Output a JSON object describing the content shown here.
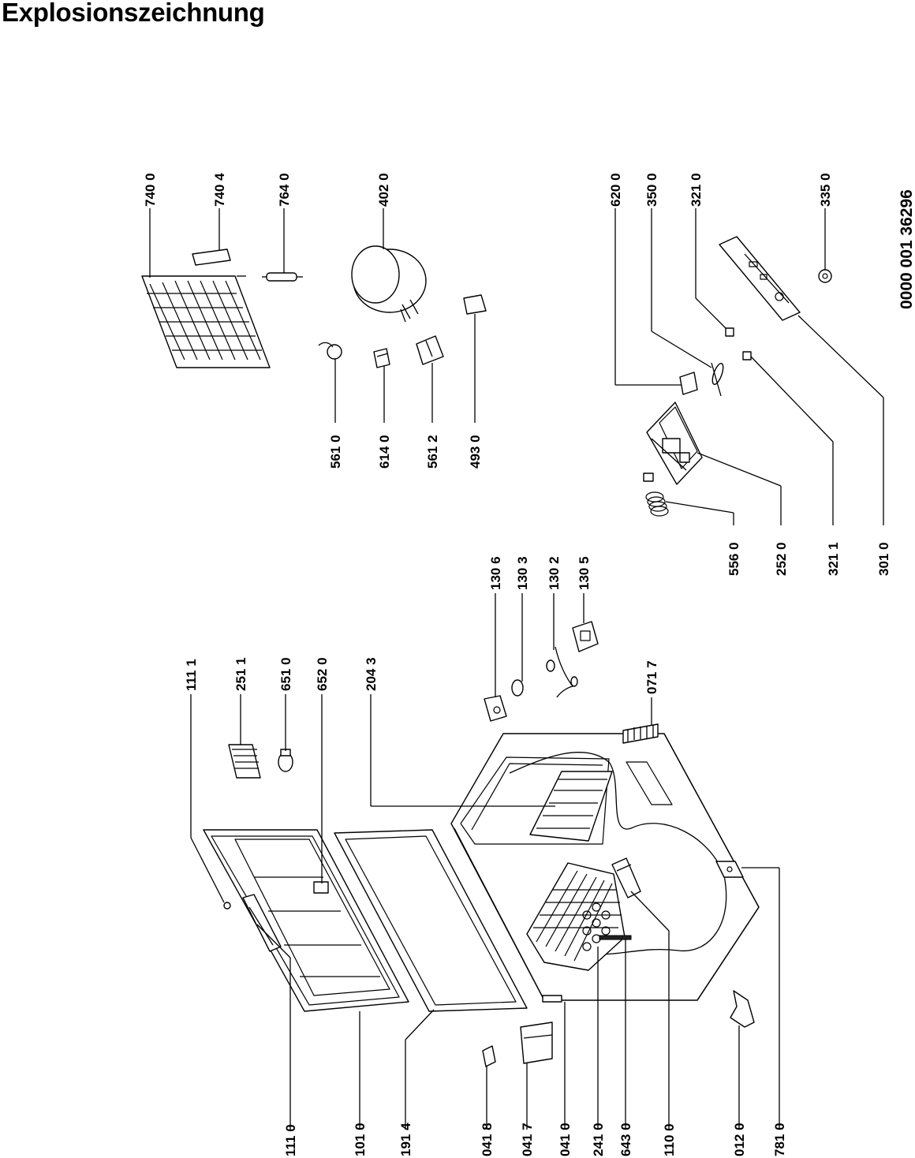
{
  "title": "Explosionszeichnung",
  "document_number": "0000 001 36296",
  "part_labels": {
    "p1110": "111 0",
    "p1010": "101 0",
    "p1914": "191 4",
    "p0418": "041 8",
    "p0417": "041 7",
    "p0410": "041 0",
    "p2410": "241 0",
    "p6430": "643 0",
    "p1100": "110 0",
    "p0120": "012 0",
    "p7810": "781 0",
    "p1111": "111 1",
    "p2511": "251 1",
    "p6510": "651 0",
    "p6520": "652 0",
    "p2043": "204 3",
    "p1306": "130 6",
    "p1303": "130 3",
    "p1302": "130 2",
    "p1305": "130 5",
    "p0717": "071 7",
    "p5560": "556 0",
    "p2520": "252 0",
    "p3211": "321 1",
    "p3010": "301 0",
    "p6200": "620 0",
    "p3500": "350 0",
    "p3210": "321 0",
    "p3350": "335 0",
    "p7400": "740 0",
    "p7404": "740 4",
    "p7640": "764 0",
    "p4020": "402 0",
    "p5610": "561 0",
    "p6140": "614 0",
    "p5612": "561 2",
    "p4930": "493 0"
  }
}
